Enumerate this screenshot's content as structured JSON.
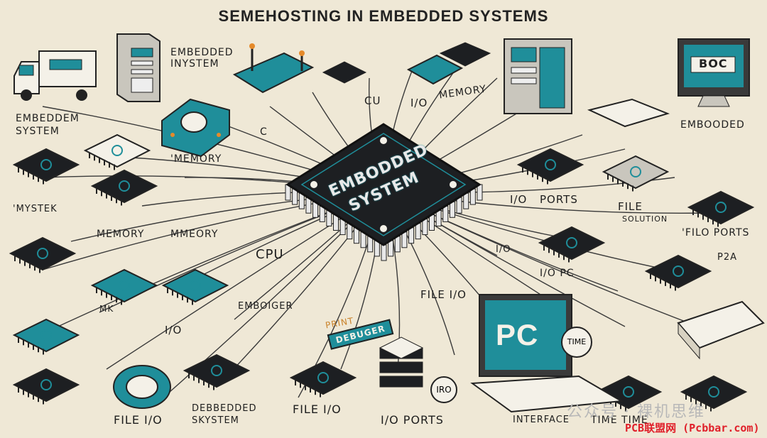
{
  "title": "SEMEHOSTING IN EMBEDDED SYSTEMS",
  "center_chip": {
    "line1": "EMBODDED",
    "line2": "SYSTEM"
  },
  "labels": {
    "embedded_insystem": "EMBEDDED\nINYSTEM",
    "cpu_top": "CU",
    "io_top": "I/O",
    "memory_top": "MEMORY",
    "embeddem_system": "EMBEDDEM\nSYSTEM",
    "memory_left": "'MEMORY",
    "mystek": "'MYSTEK",
    "memory_left2": "MEMORY",
    "mmeory": "MMEORY",
    "c_small": "C",
    "cpu_mid": "CPU",
    "emboiger": "EMBOIGER",
    "mk": "MK",
    "io_left": "I/O",
    "file_io_left": "FILE I/O",
    "debbedded_system": "DEBBEDDED\nSKYSTEM",
    "file_io_center": "FILE I/O",
    "file_io_mid": "FILE I/O",
    "print": "PRINT",
    "debuger": "DEBUGER",
    "io_ports_bottom": "I/O PORTS",
    "iro": "IRO",
    "pc_screen": "PC",
    "interface": "INTERFACE",
    "time_time": "TIME TIME",
    "time_badge": "TIME",
    "embodded_right": "EMBOODED",
    "io_right": "I/O",
    "ports_right": "PORTS",
    "file_right": "FILE",
    "solution": "SOLUTION",
    "filo_ports": "'FILO PORTS",
    "io_pc": "I/O PC",
    "io_small": "I/O",
    "boc": "BOC",
    "p2a": "P2A"
  },
  "watermark": {
    "wechat": "公众号 · 裸机思维",
    "site": "PCB联盟网 (Pcbbar.com)"
  },
  "colors": {
    "background": "#efe8d6",
    "chip": "#1d1f22",
    "teal": "#1f8e9a",
    "orange": "#e58a2a",
    "line": "#3a3a3a"
  }
}
